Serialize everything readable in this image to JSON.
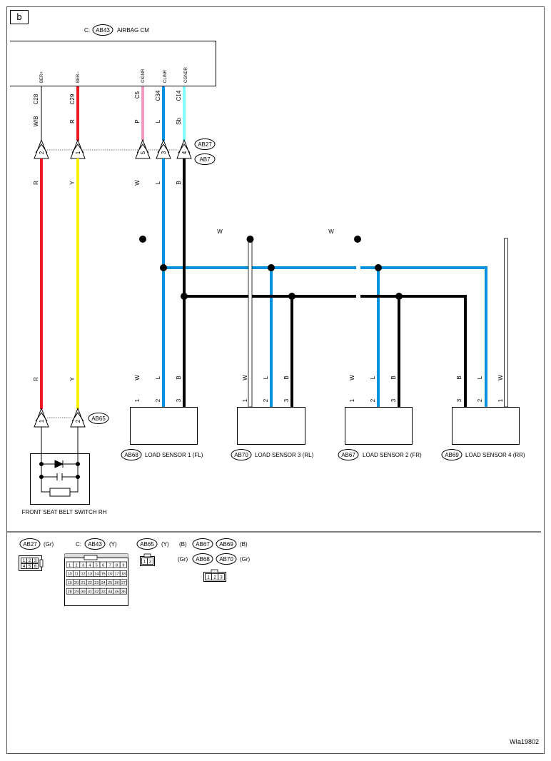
{
  "panel_label": "b",
  "footer_code": "WIa19802",
  "colors": {
    "red": "#ee1c25",
    "yellow": "#fff200",
    "pink": "#f49ac2",
    "blue": "#0093dd",
    "sky": "#7fffff",
    "black": "#000000"
  },
  "airbag_cm": {
    "prefix": "C:",
    "connector": "AB43",
    "name": "AIRBAG CM",
    "terminals": [
      {
        "signal": "BER+",
        "pin": "C28",
        "wire": "W/B"
      },
      {
        "signal": "BER−",
        "pin": "C29",
        "wire": "R"
      },
      {
        "signal": "CIGNR",
        "pin": "C5",
        "wire": "P"
      },
      {
        "signal": "CLINR",
        "pin": "C34",
        "wire": "L"
      },
      {
        "signal": "CGNDR",
        "pin": "C14",
        "wire": "Sb"
      }
    ]
  },
  "joint_connector": {
    "ref_top": "AB27",
    "ref_bottom": "AB7",
    "pins": [
      "2",
      "1",
      "5",
      "3",
      "4"
    ],
    "wires_below": [
      "R",
      "Y",
      "W",
      "L",
      "B"
    ]
  },
  "branch_labels": [
    "W",
    "W"
  ],
  "sensors": [
    {
      "connector": "AB68",
      "name": "LOAD SENSOR 1 (FL)",
      "pins": [
        "1",
        "2",
        "3"
      ],
      "wires": [
        "W",
        "L",
        "B"
      ]
    },
    {
      "connector": "AB70",
      "name": "LOAD SENSOR 3 (RL)",
      "pins": [
        "1",
        "2",
        "3"
      ],
      "wires": [
        "W",
        "L",
        "B"
      ]
    },
    {
      "connector": "AB67",
      "name": "LOAD SENSOR 2 (FR)",
      "pins": [
        "1",
        "2",
        "3"
      ],
      "wires": [
        "W",
        "L",
        "B"
      ]
    },
    {
      "connector": "AB69",
      "name": "LOAD SENSOR 4 (RR)",
      "pins": [
        "3",
        "2",
        "1"
      ],
      "wires": [
        "B",
        "L",
        "W"
      ]
    }
  ],
  "switch": {
    "connector": "AB65",
    "name": "FRONT SEAT BELT SWITCH RH",
    "pins": [
      "1",
      "2"
    ],
    "wires": [
      "R",
      "Y"
    ]
  },
  "legend": {
    "ab27": {
      "connector": "AB27",
      "color": "(Gr)",
      "cells": [
        "1",
        "2",
        "3",
        "4",
        "5",
        "6"
      ]
    },
    "ab43": {
      "prefix": "C:",
      "connector": "AB43",
      "color": "(Y)",
      "cells": [
        "1",
        "2",
        "3",
        "4",
        "5",
        "6",
        "7",
        "8",
        "9",
        "10",
        "11",
        "12",
        "13",
        "14",
        "15",
        "16",
        "17",
        "18",
        "19",
        "20",
        "21",
        "22",
        "23",
        "24",
        "25",
        "26",
        "27",
        "28",
        "29",
        "30",
        "31",
        "32",
        "33",
        "34",
        "35",
        "36"
      ]
    },
    "ab65": {
      "connector": "AB65",
      "color": "(Y)",
      "cells": [
        "1",
        "2"
      ]
    },
    "sensor_group": {
      "row1_left_color": "(B)",
      "row1": [
        "AB67",
        "AB69"
      ],
      "row1_right_color": "(B)",
      "row2_left_color": "(Gr)",
      "row2": [
        "AB68",
        "AB70"
      ],
      "row2_right_color": "(Gr)",
      "cells": [
        "1",
        "2",
        "3"
      ]
    }
  }
}
